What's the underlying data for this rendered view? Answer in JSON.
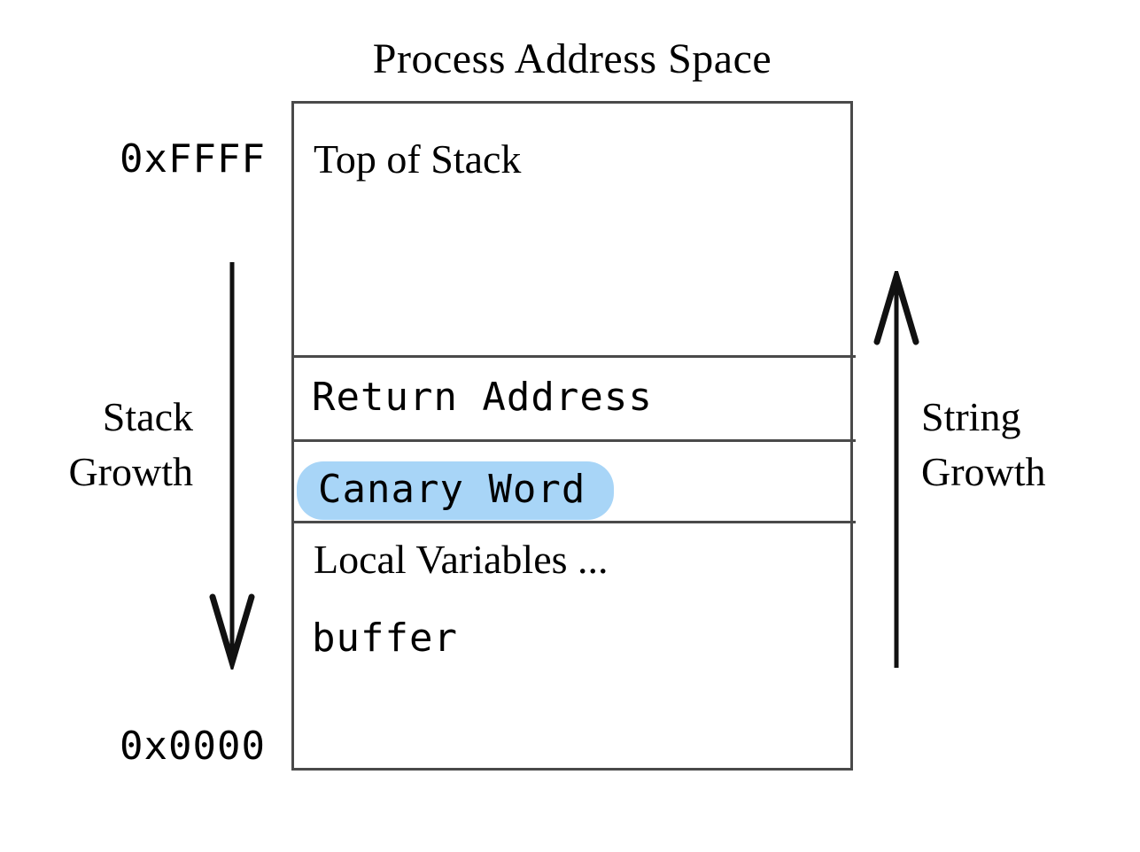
{
  "diagram": {
    "title": "Process Address Space",
    "background_color": "#ffffff",
    "line_color": "#4a4a4a",
    "highlight_color": "#a8d5f7"
  },
  "addresses": {
    "high": "0xFFFF",
    "low": "0x0000"
  },
  "stack_rows": [
    {
      "label": "Top of Stack",
      "style": "serif",
      "highlighted": false
    },
    {
      "label": "Return Address",
      "style": "monospace",
      "highlighted": false
    },
    {
      "label": "Canary Word",
      "style": "monospace",
      "highlighted": true
    },
    {
      "label": "Local Variables ...",
      "style": "serif",
      "highlighted": false
    },
    {
      "label": "buffer",
      "style": "monospace",
      "highlighted": false
    }
  ],
  "annotations": {
    "stack_growth": {
      "line1": "Stack",
      "line2": "Growth",
      "direction": "down",
      "icon": "down-arrow-icon"
    },
    "string_growth": {
      "line1": "String",
      "line2": "Growth",
      "direction": "up",
      "icon": "up-arrow-icon"
    }
  }
}
